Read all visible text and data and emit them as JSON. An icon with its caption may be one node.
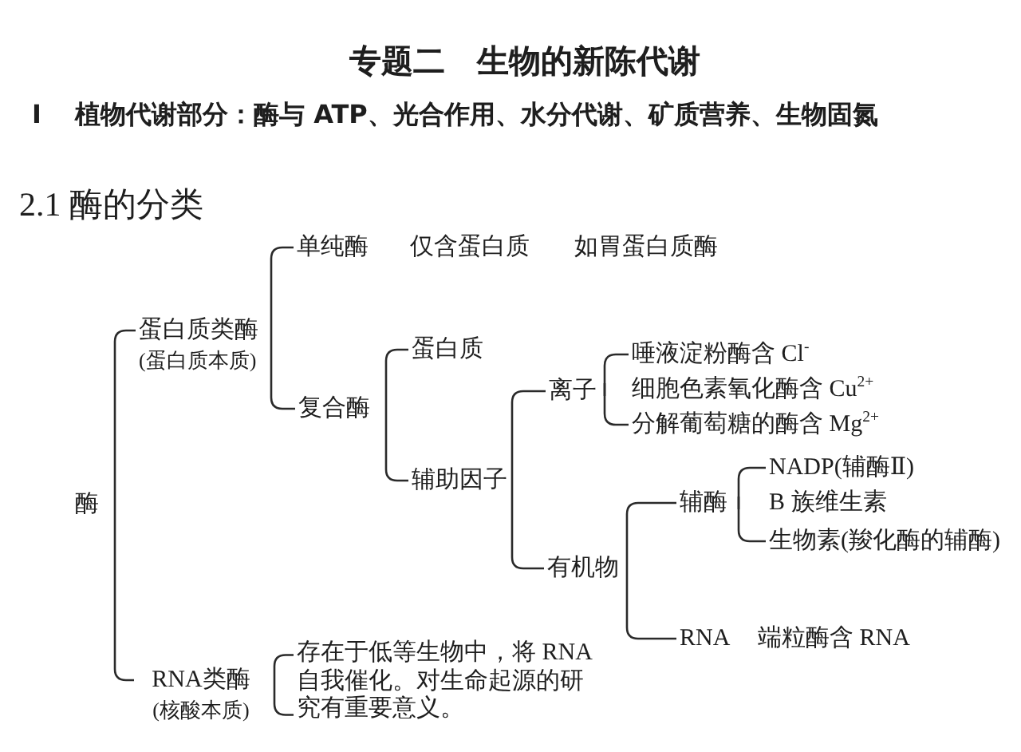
{
  "diagram": {
    "title": "专题二　生物的新陈代谢",
    "labels": [
      "I",
      "植物代谢部分：酶与 ATP、光合作用、水分代谢、矿质营养、生物固氮",
      "2.1 酶的分类"
    ],
    "nodes": [
      {
        "text": [
          "酶"
        ]
      },
      {
        "text": [
          "蛋白质类酶",
          "(蛋白质本质)"
        ]
      },
      {
        "text": [
          "单纯酶"
        ],
        "beside": [
          "仅含蛋白质",
          "如胃蛋白质酶"
        ]
      },
      {
        "text": [
          "复合酶"
        ]
      },
      {
        "text": [
          "蛋白质"
        ]
      },
      {
        "text": [
          "辅助因子"
        ]
      },
      {
        "text": [
          "离子"
        ]
      },
      {
        "text": [
          "唾液淀粉酶含 Cl$^{-}$"
        ]
      },
      {
        "text": [
          "细胞色素氧化酶含 Cu$^{2+}$"
        ]
      },
      {
        "text": [
          "分解葡萄糖的酶含 Mg$^{2+}$"
        ]
      },
      {
        "text": [
          "有机物"
        ]
      },
      {
        "text": [
          "辅酶"
        ]
      },
      {
        "text": [
          "NADP(辅酶Ⅱ)"
        ]
      },
      {
        "text": [
          "B 族维生素"
        ]
      },
      {
        "text": [
          "生物素(羧化酶的辅酶)"
        ]
      },
      {
        "text": [
          "RNA"
        ],
        "beside": [
          "端粒酶含 RNA"
        ]
      },
      {
        "text": [
          "RNA类酶",
          "(核酸本质)"
        ]
      },
      {
        "text": [
          "存在于低等生物中，将 RNA自我催化。对生命起源的研究有重要意义。"
        ]
      }
    ],
    "edges": [
      {
        "from": 0,
        "to": 1,
        "arrow": "none"
      },
      {
        "from": 0,
        "to": 16,
        "arrow": "none"
      },
      {
        "from": 1,
        "to": 2,
        "arrow": "none"
      },
      {
        "from": 1,
        "to": 3,
        "arrow": "none"
      },
      {
        "from": 3,
        "to": 4,
        "arrow": "none"
      },
      {
        "from": 3,
        "to": 5,
        "arrow": "none"
      },
      {
        "from": 5,
        "to": 6,
        "arrow": "none"
      },
      {
        "from": 5,
        "to": 10,
        "arrow": "none"
      },
      {
        "from": 6,
        "to": 7,
        "arrow": "none"
      },
      {
        "from": 6,
        "to": 8,
        "arrow": "none"
      },
      {
        "from": 6,
        "to": 9,
        "arrow": "none"
      },
      {
        "from": 10,
        "to": 11,
        "arrow": "none"
      },
      {
        "from": 10,
        "to": 15,
        "arrow": "none"
      },
      {
        "from": 11,
        "to": 12,
        "arrow": "none"
      },
      {
        "from": 11,
        "to": 13,
        "arrow": "none"
      },
      {
        "from": 11,
        "to": 14,
        "arrow": "none"
      },
      {
        "from": 16,
        "to": 17,
        "arrow": "none"
      }
    ]
  }
}
